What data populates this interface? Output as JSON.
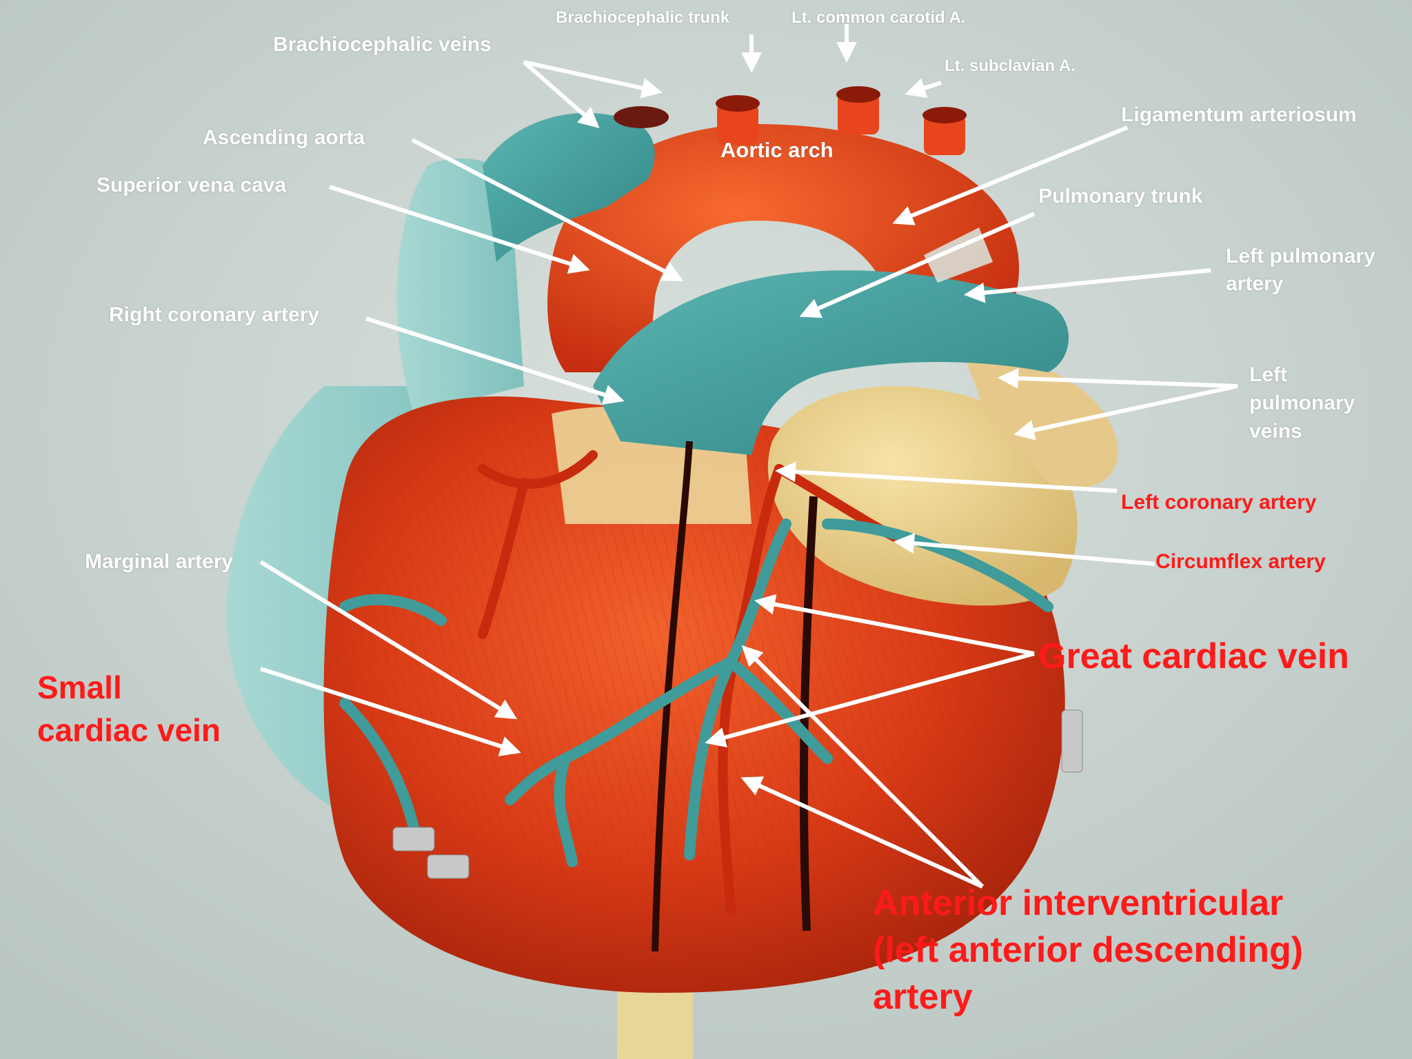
{
  "labels": {
    "brachiocephalic_trunk": "Brachiocephalic trunk",
    "lt_common_carotid": "Lt. common carotid A.",
    "lt_subclavian": "Lt. subclavian A.",
    "brachiocephalic_veins": "Brachiocephalic veins",
    "ligamentum_arteriosum": "Ligamentum arteriosum",
    "ascending_aorta": "Ascending aorta",
    "aortic_arch": "Aortic arch",
    "superior_vena_cava": "Superior vena cava",
    "pulmonary_trunk": "Pulmonary trunk",
    "left_pulmonary_artery": [
      "Left pulmonary",
      "artery"
    ],
    "right_coronary_artery": "Right coronary artery",
    "left_pulmonary_veins": [
      "Left",
      "pulmonary",
      "veins"
    ],
    "left_coronary_artery": "Left coronary artery",
    "circumflex_artery": "Circumflex artery",
    "marginal_artery": "Marginal artery",
    "great_cardiac_vein": "Great cardiac vein",
    "small_cardiac_vein": [
      "Small",
      "cardiac vein"
    ],
    "anterior_interventricular": [
      "Anterior interventricular",
      "(left anterior descending)",
      "artery"
    ]
  },
  "colors": {
    "background": "#c9d3cf",
    "label_white": "#ffffff",
    "label_red": "#ff1a1a",
    "artery_red": "#e03a18",
    "vein_teal": "#3f9c9a",
    "fat_yellow": "#e9d08e"
  }
}
